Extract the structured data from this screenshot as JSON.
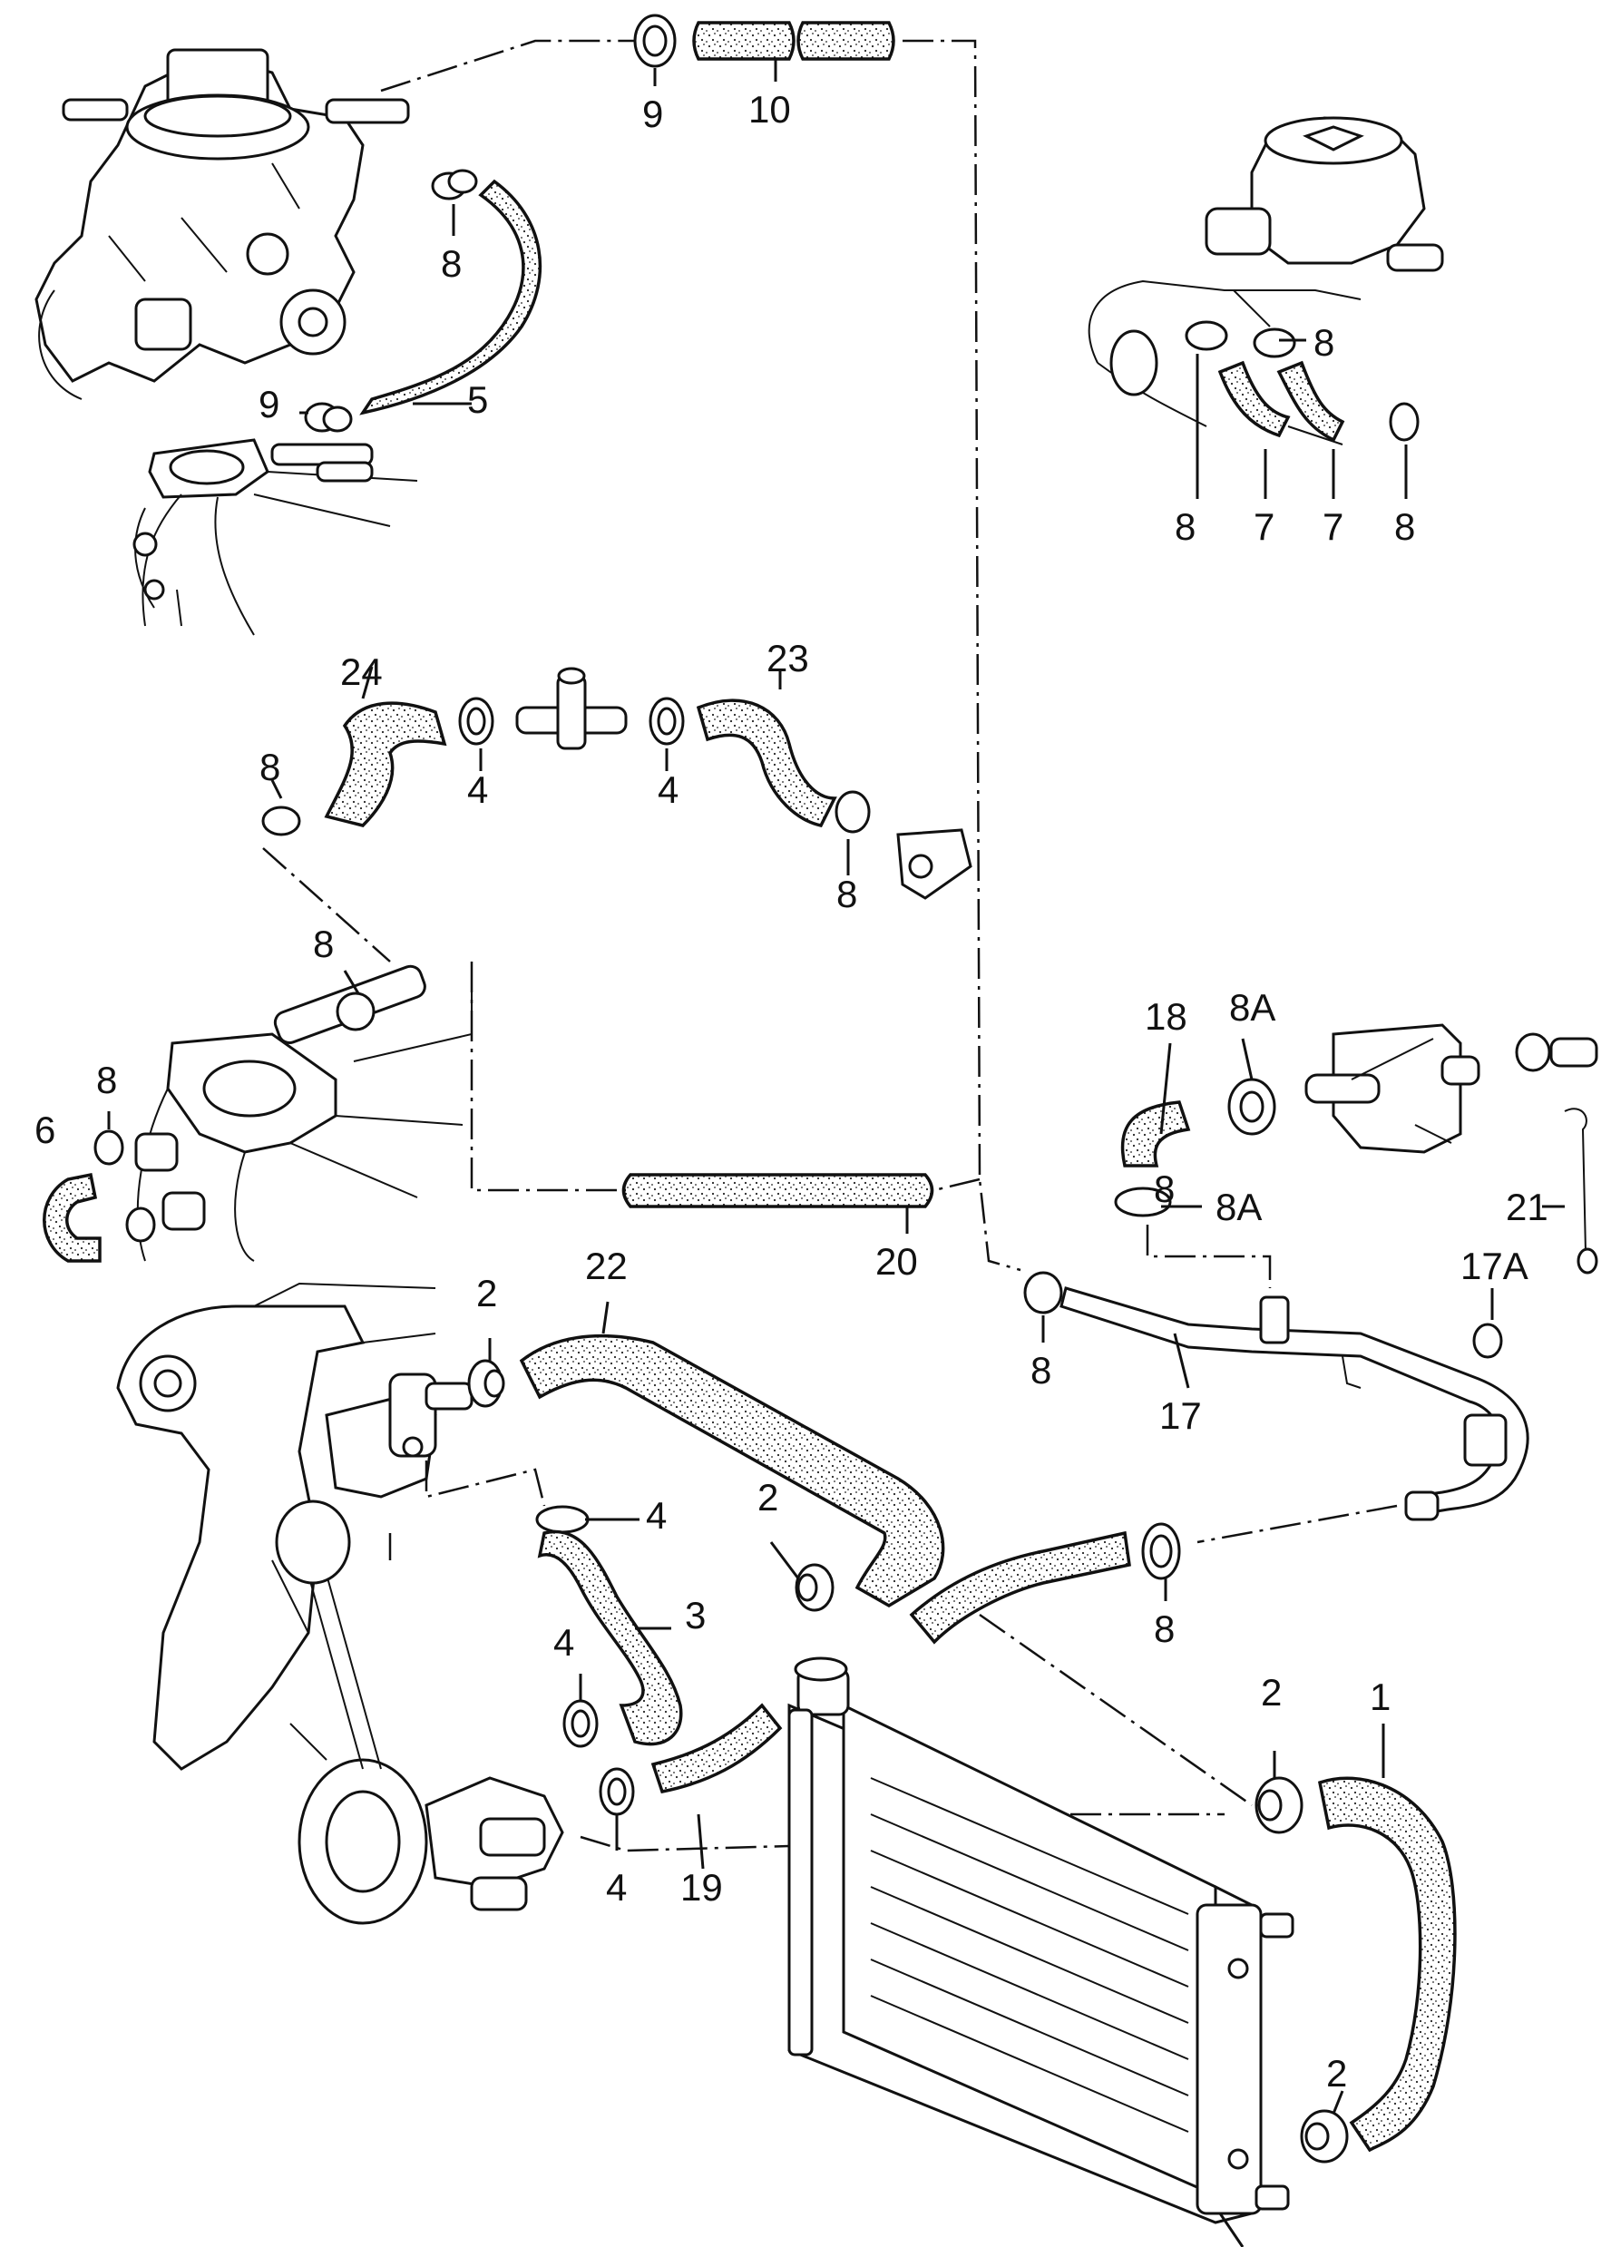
{
  "diagram": {
    "labels": [
      "1",
      "2",
      "2",
      "2",
      "2",
      "3",
      "4",
      "4",
      "4",
      "4",
      "4",
      "5",
      "6",
      "7",
      "7",
      "8",
      "8",
      "8",
      "8",
      "8",
      "8",
      "8",
      "8",
      "8",
      "8",
      "8",
      "8A",
      "8A",
      "9",
      "9",
      "10",
      "17",
      "17A",
      "18",
      "19",
      "20",
      "21",
      "22",
      "23",
      "24"
    ]
  }
}
